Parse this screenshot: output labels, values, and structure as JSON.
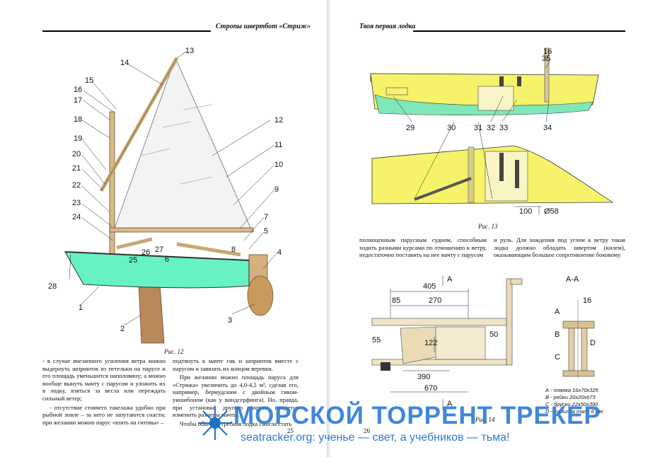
{
  "left_page": {
    "header_title": "Стропы швертбот «Стриж»",
    "figure_caption": "Рис. 12",
    "labels": [
      "1",
      "2",
      "3",
      "4",
      "5",
      "6",
      "7",
      "8",
      "9",
      "10",
      "11",
      "12",
      "13",
      "14",
      "15",
      "16",
      "17",
      "18",
      "19",
      "20",
      "21",
      "22",
      "23",
      "24",
      "25",
      "26",
      "27",
      "28"
    ],
    "column1": [
      "- в случае внезапного усиления ветра можно выдернуть шпринтов из петельки на парусе и его площадь уменьшится наполовину; а можно вообще вынуть мачту с парусом и уложить их в лодку, взяться за весла или переждать сильный ветер;",
      "- отсутствие стоячего такелажа удобно при рыбной ловле – за него не запутаются снасти; при желании можно парус «взять на гитовы» –"
    ],
    "column2": [
      "подтянуть к мачте гик и шпринтов вместе с парусом и завязать их концом веревки.",
      "При желании можно площадь паруса для «Стрижа» увеличить до 4,0-4,5 м², сделав его, например, бермудским с двойным гиком-уишибоном (как у виндсерфинга). Но, правда, при установке другого паруса придется изменить размеры мачты.",
      "Чтобы обычная гребная лодка смогла стать"
    ],
    "page_number": "25"
  },
  "right_page": {
    "header_title": "Твоя первая лодка",
    "figure13_caption": "Рис. 13",
    "figure13_labels": [
      "16",
      "35",
      "29",
      "30",
      "31",
      "32",
      "33",
      "34",
      "100",
      "Ø58"
    ],
    "column1": [
      "полноценным парусным судном, способным ходить разными курсами по отношению к ветру, недостаточно поставить на нее мачту с парусом"
    ],
    "column2": [
      "и руль. Для хождения под углом к ветру такая лодка должно обладать швертом (килем), оказывающим большое сопротивление боковому"
    ],
    "figure14_caption": "Рис. 14",
    "figure14_dims": [
      "405",
      "85",
      "270",
      "55",
      "122",
      "390",
      "670",
      "50",
      "A",
      "A",
      "А-А",
      "16",
      "A",
      "B",
      "C",
      "D"
    ],
    "legend": [
      "А - планка 16x70x325",
      "В - рейки 20x20x673",
      "С - бруски 22x50x390",
      "D - сушилка тали 6 мм"
    ],
    "page_number": "26"
  },
  "watermark": {
    "title": "МОРСКОЙ ТОРРЕНТ ТРЕКЕР",
    "subtitle": "seatracker.org: ученье — свет, а учебников — тьма!"
  }
}
